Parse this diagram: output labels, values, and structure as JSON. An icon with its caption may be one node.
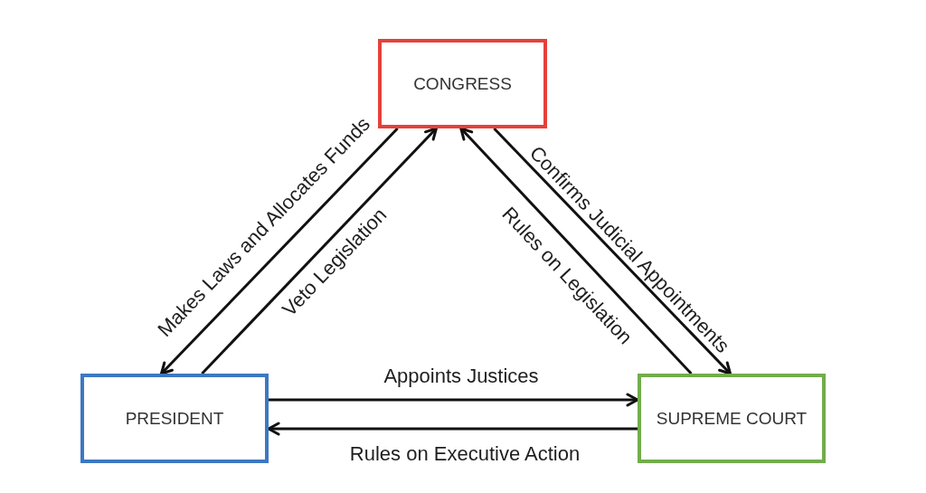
{
  "diagram": {
    "nodes": [
      {
        "text": [
          "CONGRESS"
        ]
      },
      {
        "text": [
          "PRESIDENT"
        ]
      },
      {
        "text": [
          "SUPREME COURT"
        ]
      }
    ],
    "edges": [
      {
        "from": 0,
        "to": 1,
        "arrow": "to",
        "label": "Makes Laws and Allocates Funds"
      },
      {
        "from": 1,
        "to": 0,
        "arrow": "to",
        "label": "Veto Legislation"
      },
      {
        "from": 2,
        "to": 0,
        "arrow": "to",
        "label": "Rules on Legislation"
      },
      {
        "from": 0,
        "to": 2,
        "arrow": "to",
        "label": "Confirms Judicial Appointments"
      },
      {
        "from": 1,
        "to": 2,
        "arrow": "to",
        "label": "Appoints Justices"
      },
      {
        "from": 2,
        "to": 1,
        "arrow": "to",
        "label": "Rules on Executive Action"
      }
    ]
  }
}
